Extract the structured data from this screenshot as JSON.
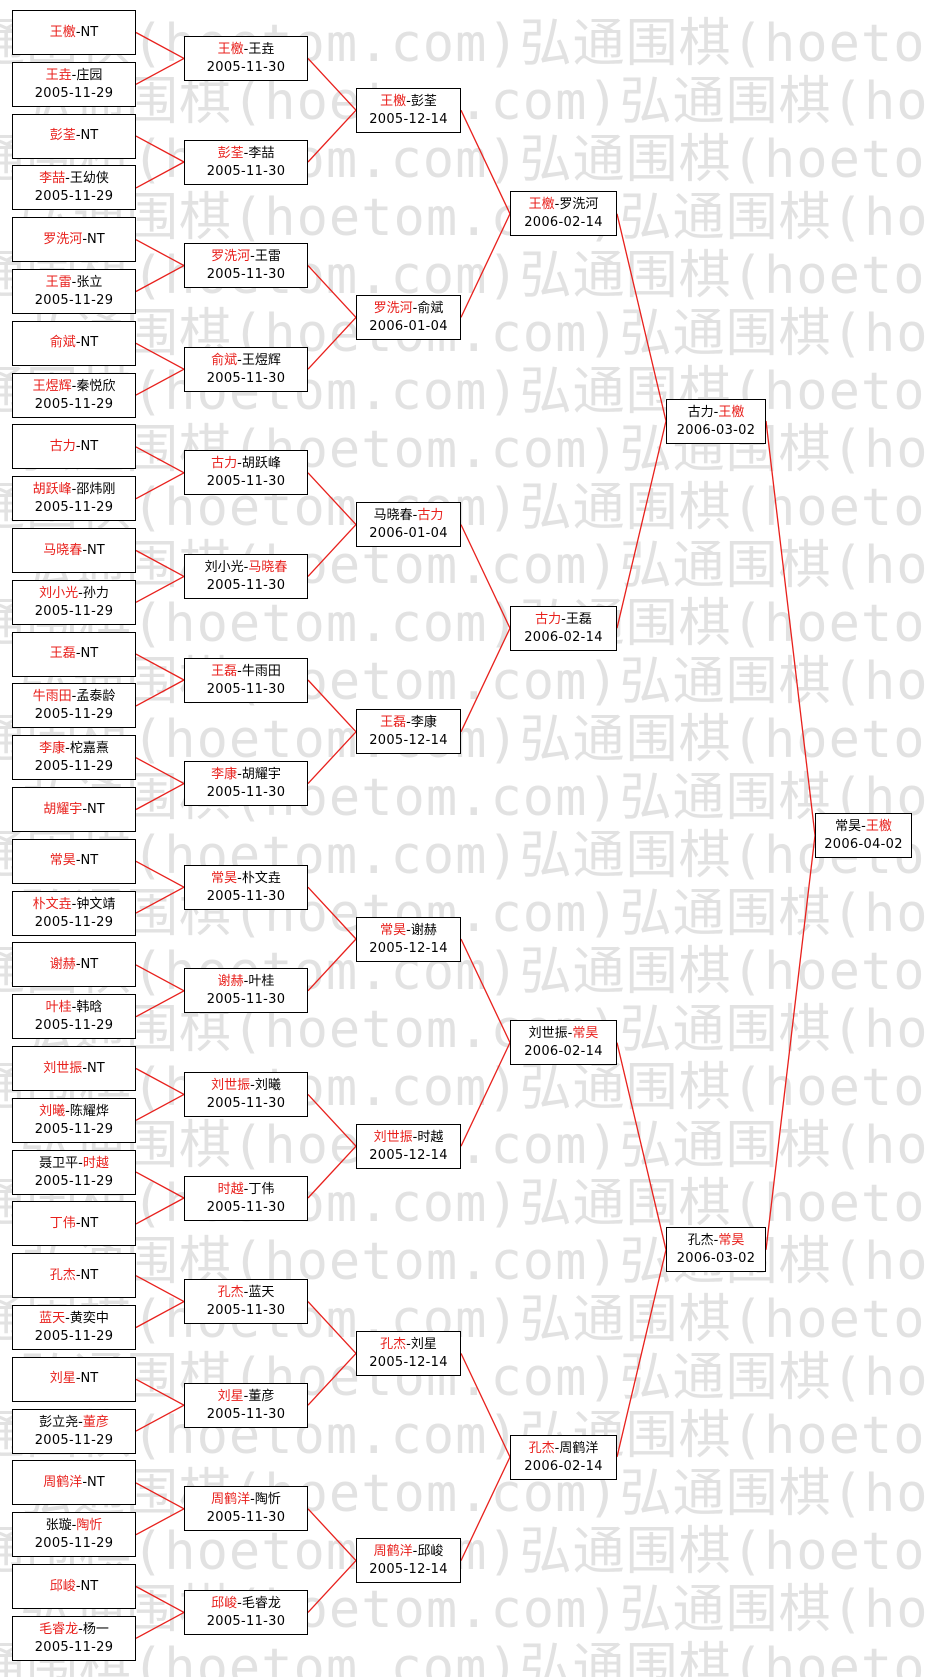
{
  "colors": {
    "winner": "#e8201c",
    "line": "#e8201c",
    "border": "#000000",
    "watermark": "#e2e2e2"
  },
  "watermark_text": "弘通围棋(hoetom.com)弘通围棋(hoetom.com)",
  "rounds": [
    [
      {
        "p1": "王檄",
        "p2": "NT",
        "winner": 1,
        "date": ""
      },
      {
        "p1": "王垚",
        "p2": "庄园",
        "winner": 1,
        "date": "2005-11-29"
      },
      {
        "p1": "彭荃",
        "p2": "NT",
        "winner": 1,
        "date": ""
      },
      {
        "p1": "李喆",
        "p2": "王幼侠",
        "winner": 1,
        "date": "2005-11-29"
      },
      {
        "p1": "罗洗河",
        "p2": "NT",
        "winner": 1,
        "date": ""
      },
      {
        "p1": "王雷",
        "p2": "张立",
        "winner": 1,
        "date": "2005-11-29"
      },
      {
        "p1": "俞斌",
        "p2": "NT",
        "winner": 1,
        "date": ""
      },
      {
        "p1": "王煜辉",
        "p2": "秦悦欣",
        "winner": 1,
        "date": "2005-11-29"
      },
      {
        "p1": "古力",
        "p2": "NT",
        "winner": 1,
        "date": ""
      },
      {
        "p1": "胡跃峰",
        "p2": "邵炜刚",
        "winner": 1,
        "date": "2005-11-29"
      },
      {
        "p1": "马晓春",
        "p2": "NT",
        "winner": 1,
        "date": ""
      },
      {
        "p1": "刘小光",
        "p2": "孙力",
        "winner": 1,
        "date": "2005-11-29"
      },
      {
        "p1": "王磊",
        "p2": "NT",
        "winner": 1,
        "date": ""
      },
      {
        "p1": "牛雨田",
        "p2": "孟泰龄",
        "winner": 1,
        "date": "2005-11-29"
      },
      {
        "p1": "李康",
        "p2": "柁嘉熹",
        "winner": 1,
        "date": "2005-11-29"
      },
      {
        "p1": "胡耀宇",
        "p2": "NT",
        "winner": 1,
        "date": ""
      },
      {
        "p1": "常昊",
        "p2": "NT",
        "winner": 1,
        "date": ""
      },
      {
        "p1": "朴文垚",
        "p2": "钟文靖",
        "winner": 1,
        "date": "2005-11-29"
      },
      {
        "p1": "谢赫",
        "p2": "NT",
        "winner": 1,
        "date": ""
      },
      {
        "p1": "叶桂",
        "p2": "韩晗",
        "winner": 1,
        "date": "2005-11-29"
      },
      {
        "p1": "刘世振",
        "p2": "NT",
        "winner": 1,
        "date": ""
      },
      {
        "p1": "刘曦",
        "p2": "陈耀烨",
        "winner": 1,
        "date": "2005-11-29"
      },
      {
        "p1": "聂卫平",
        "p2": "时越",
        "winner": 2,
        "date": "2005-11-29"
      },
      {
        "p1": "丁伟",
        "p2": "NT",
        "winner": 1,
        "date": ""
      },
      {
        "p1": "孔杰",
        "p2": "NT",
        "winner": 1,
        "date": ""
      },
      {
        "p1": "蓝天",
        "p2": "黄奕中",
        "winner": 1,
        "date": "2005-11-29"
      },
      {
        "p1": "刘星",
        "p2": "NT",
        "winner": 1,
        "date": ""
      },
      {
        "p1": "彭立尧",
        "p2": "董彦",
        "winner": 2,
        "date": "2005-11-29"
      },
      {
        "p1": "周鹤洋",
        "p2": "NT",
        "winner": 1,
        "date": ""
      },
      {
        "p1": "张璇",
        "p2": "陶忻",
        "winner": 2,
        "date": "2005-11-29"
      },
      {
        "p1": "邱峻",
        "p2": "NT",
        "winner": 1,
        "date": ""
      },
      {
        "p1": "毛睿龙",
        "p2": "杨一",
        "winner": 1,
        "date": "2005-11-29"
      }
    ],
    [
      {
        "p1": "王檄",
        "p2": "王垚",
        "winner": 1,
        "date": "2005-11-30"
      },
      {
        "p1": "彭荃",
        "p2": "李喆",
        "winner": 1,
        "date": "2005-11-30"
      },
      {
        "p1": "罗洗河",
        "p2": "王雷",
        "winner": 1,
        "date": "2005-11-30"
      },
      {
        "p1": "俞斌",
        "p2": "王煜辉",
        "winner": 1,
        "date": "2005-11-30"
      },
      {
        "p1": "古力",
        "p2": "胡跃峰",
        "winner": 1,
        "date": "2005-11-30"
      },
      {
        "p1": "刘小光",
        "p2": "马晓春",
        "winner": 2,
        "date": "2005-11-30"
      },
      {
        "p1": "王磊",
        "p2": "牛雨田",
        "winner": 1,
        "date": "2005-11-30"
      },
      {
        "p1": "李康",
        "p2": "胡耀宇",
        "winner": 1,
        "date": "2005-11-30"
      },
      {
        "p1": "常昊",
        "p2": "朴文垚",
        "winner": 1,
        "date": "2005-11-30"
      },
      {
        "p1": "谢赫",
        "p2": "叶桂",
        "winner": 1,
        "date": "2005-11-30"
      },
      {
        "p1": "刘世振",
        "p2": "刘曦",
        "winner": 1,
        "date": "2005-11-30"
      },
      {
        "p1": "时越",
        "p2": "丁伟",
        "winner": 1,
        "date": "2005-11-30"
      },
      {
        "p1": "孔杰",
        "p2": "蓝天",
        "winner": 1,
        "date": "2005-11-30"
      },
      {
        "p1": "刘星",
        "p2": "董彦",
        "winner": 1,
        "date": "2005-11-30"
      },
      {
        "p1": "周鹤洋",
        "p2": "陶忻",
        "winner": 1,
        "date": "2005-11-30"
      },
      {
        "p1": "邱峻",
        "p2": "毛睿龙",
        "winner": 1,
        "date": "2005-11-30"
      }
    ],
    [
      {
        "p1": "王檄",
        "p2": "彭荃",
        "winner": 1,
        "date": "2005-12-14"
      },
      {
        "p1": "罗洗河",
        "p2": "俞斌",
        "winner": 1,
        "date": "2006-01-04"
      },
      {
        "p1": "马晓春",
        "p2": "古力",
        "winner": 2,
        "date": "2006-01-04"
      },
      {
        "p1": "王磊",
        "p2": "李康",
        "winner": 1,
        "date": "2005-12-14"
      },
      {
        "p1": "常昊",
        "p2": "谢赫",
        "winner": 1,
        "date": "2005-12-14"
      },
      {
        "p1": "刘世振",
        "p2": "时越",
        "winner": 1,
        "date": "2005-12-14"
      },
      {
        "p1": "孔杰",
        "p2": "刘星",
        "winner": 1,
        "date": "2005-12-14"
      },
      {
        "p1": "周鹤洋",
        "p2": "邱峻",
        "winner": 1,
        "date": "2005-12-14"
      }
    ],
    [
      {
        "p1": "王檄",
        "p2": "罗洗河",
        "winner": 1,
        "date": "2006-02-14"
      },
      {
        "p1": "古力",
        "p2": "王磊",
        "winner": 1,
        "date": "2006-02-14"
      },
      {
        "p1": "刘世振",
        "p2": "常昊",
        "winner": 2,
        "date": "2006-02-14"
      },
      {
        "p1": "孔杰",
        "p2": "周鹤洋",
        "winner": 1,
        "date": "2006-02-14"
      }
    ],
    [
      {
        "p1": "古力",
        "p2": "王檄",
        "winner": 2,
        "date": "2006-03-02"
      },
      {
        "p1": "孔杰",
        "p2": "常昊",
        "winner": 2,
        "date": "2006-03-02"
      }
    ],
    [
      {
        "p1": "常昊",
        "p2": "王檄",
        "winner": 2,
        "date": "2006-04-02"
      }
    ]
  ]
}
